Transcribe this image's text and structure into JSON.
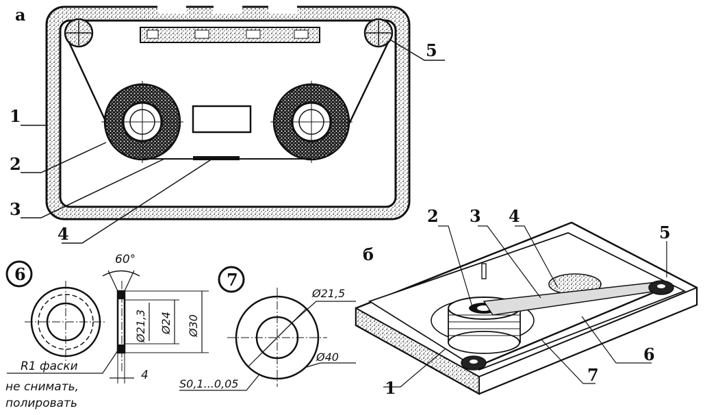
{
  "view_a": {
    "letter": "а"
  },
  "view_b": {
    "letter": "б"
  },
  "callouts_a": {
    "c1": "1",
    "c2": "2",
    "c3": "3",
    "c4": "4",
    "c5": "5"
  },
  "callouts_b": {
    "c1": "1",
    "c2": "2",
    "c3": "3",
    "c4": "4",
    "c5": "5",
    "c6": "6",
    "c7": "7"
  },
  "part6": {
    "number": "6",
    "angle": "60°",
    "d1": "Ø21,3",
    "d2": "Ø24",
    "d3": "Ø30",
    "thickness": "4",
    "note_line1": "R1 фаски",
    "note_line2": "не снимать,",
    "note_line3": "полировать"
  },
  "part7": {
    "number": "7",
    "d_inner": "Ø21,5",
    "d_outer": "Ø40",
    "thickness": "S0,1...0,05"
  }
}
